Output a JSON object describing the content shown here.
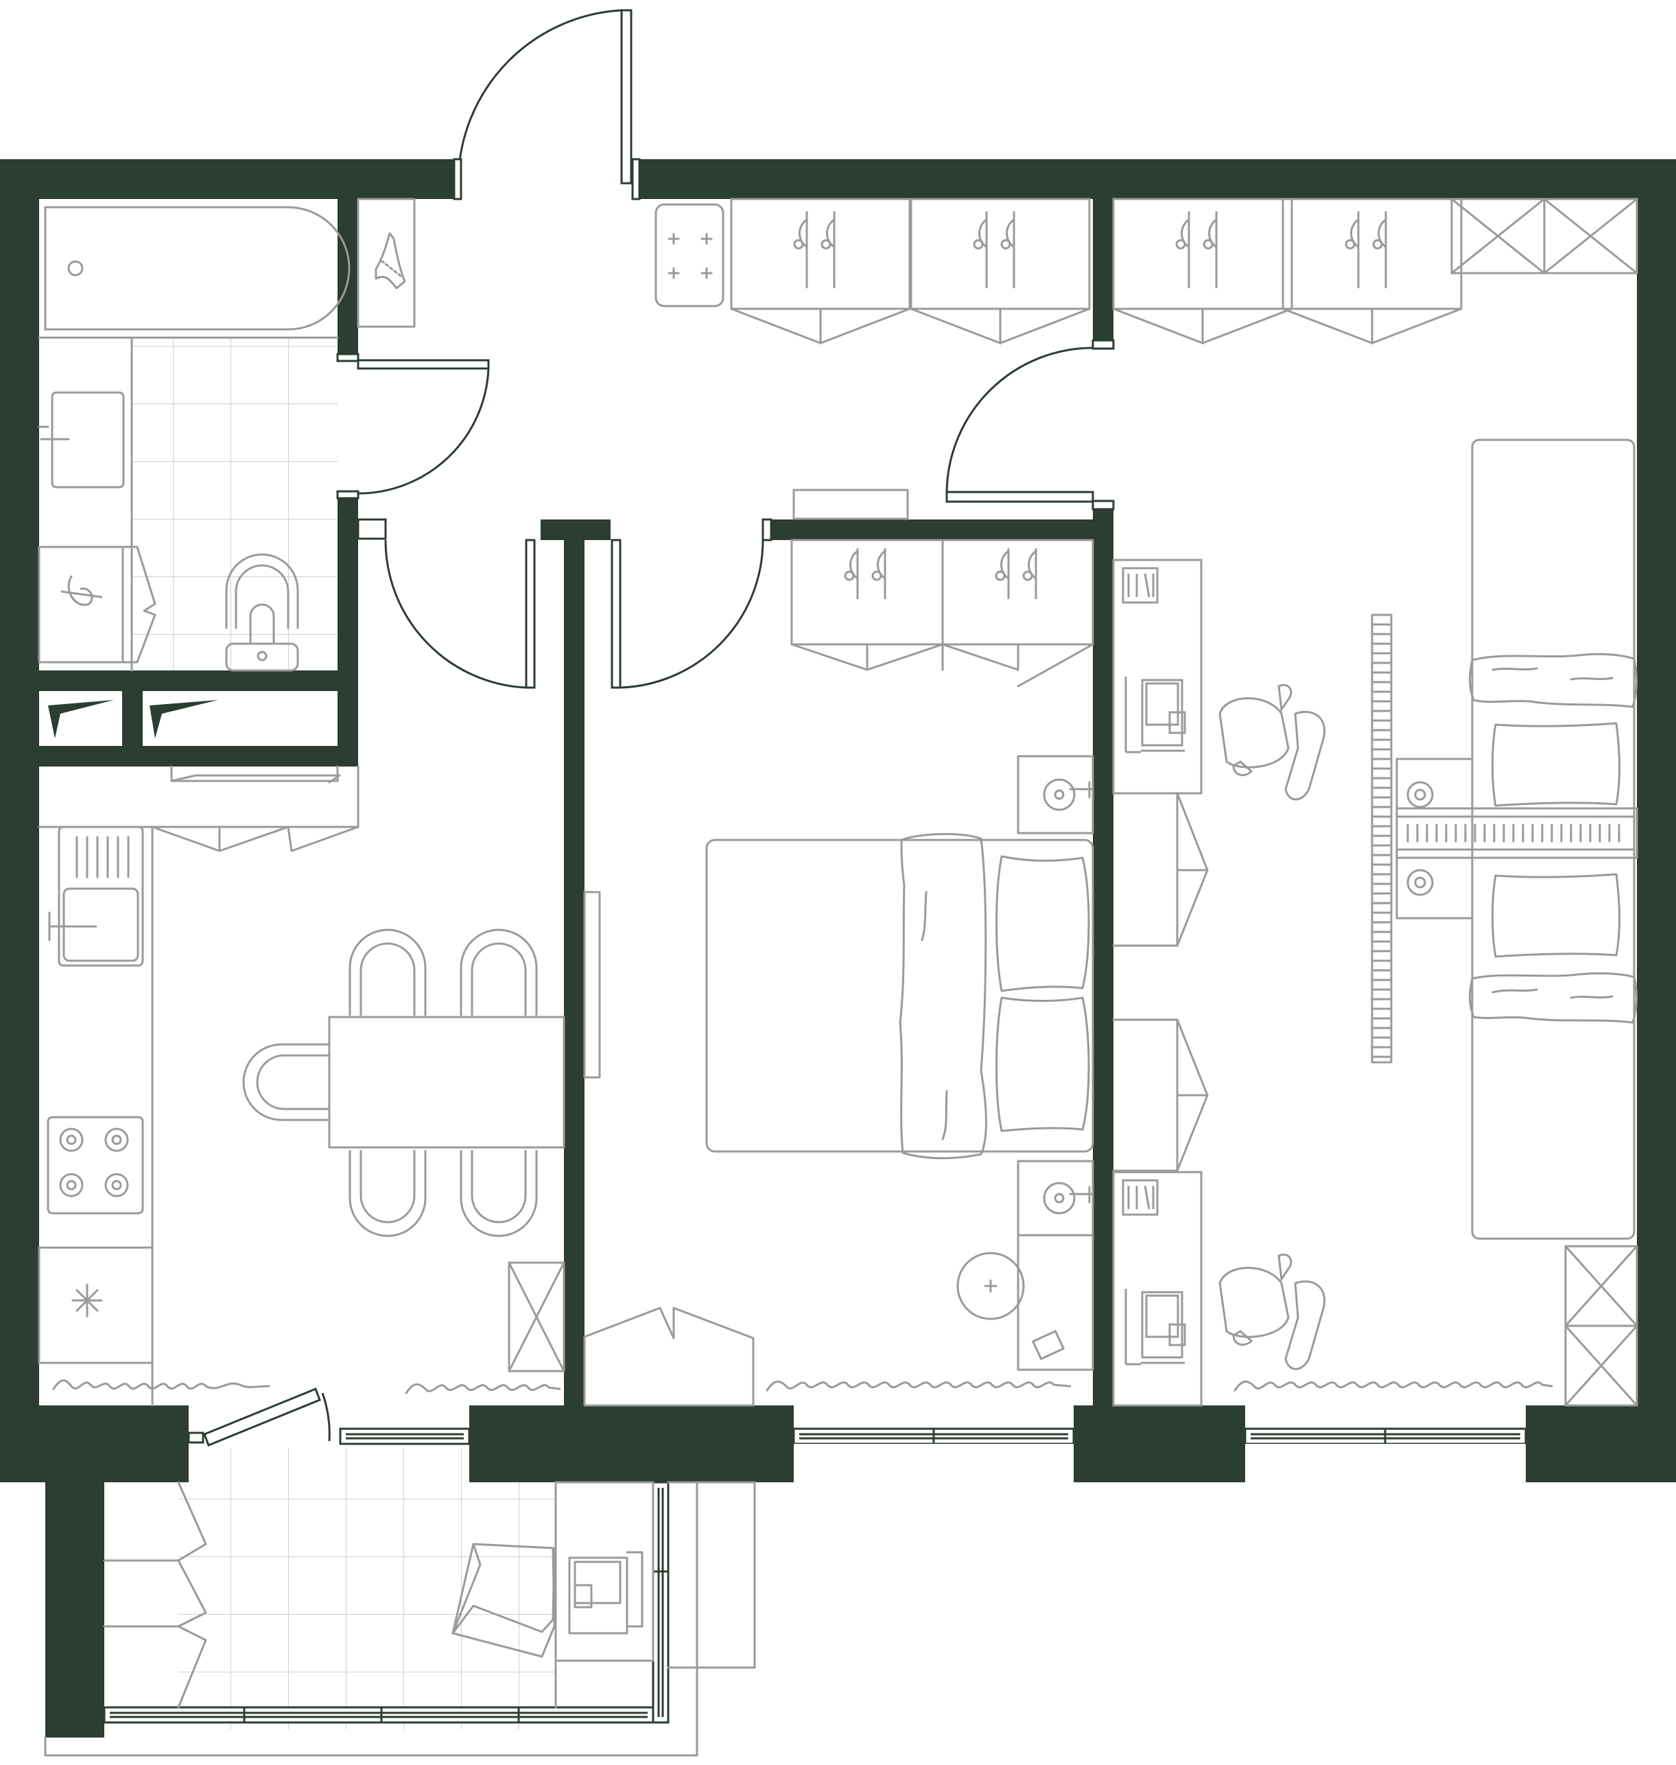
{
  "plan": {
    "type": "apartment floor plan",
    "colors": {
      "wall": "#2c3d31",
      "furniture_line": "#9a9a9a",
      "tile_grid": "#cfcfcf",
      "background": "#ffffff"
    },
    "rooms": [
      "bathroom",
      "hallway",
      "storage-niches",
      "kitchen-dining",
      "bedroom",
      "children-room",
      "balcony"
    ],
    "icons": [
      "bathtub-icon",
      "washbasin-icon",
      "washing-machine-icon",
      "toilet-icon",
      "shoes-icon",
      "hook-rack-icon",
      "wardrobe-icon",
      "kitchen-sink-icon",
      "hob-icon",
      "fridge-icon",
      "dining-table-icon",
      "chair-icon",
      "double-bed-icon",
      "nightstand-icon",
      "desk-icon",
      "office-chair-icon",
      "bunk-bed-icon",
      "ladder-icon",
      "armchair-icon",
      "radiator-icon",
      "window-icon",
      "door-icon"
    ]
  }
}
